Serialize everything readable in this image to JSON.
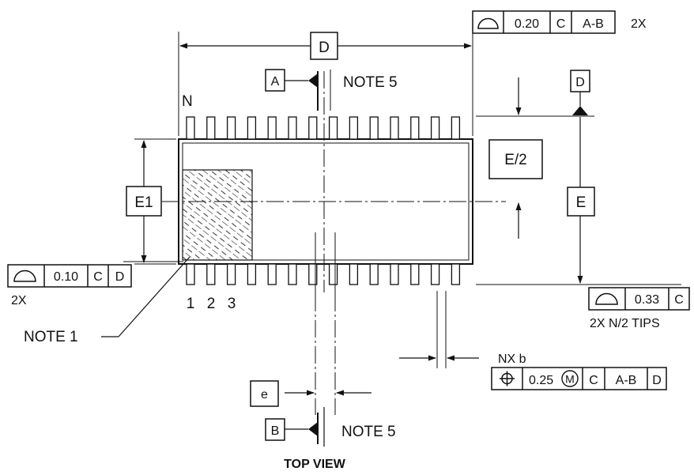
{
  "labels": {
    "d": "D",
    "e_half": "E/2",
    "e": "E",
    "e1": "E1",
    "e_pitch": "e",
    "n": "N",
    "pin1": "1",
    "pin2": "2",
    "pin3": "3",
    "note1": "NOTE 1",
    "note5_top": "NOTE 5",
    "note5_bottom": "NOTE 5",
    "nxb": "NX b",
    "top_view": "TOP VIEW",
    "two_x_top": "2X",
    "two_x_left": "2X",
    "tips": "2X N/2 TIPS"
  },
  "datums": {
    "a": "A",
    "b": "B",
    "d": "D"
  },
  "fcf_top": {
    "value": "0.20",
    "ref1": "C",
    "ref2": "A-B"
  },
  "fcf_left": {
    "value": "0.10",
    "ref1": "C",
    "ref2": "D"
  },
  "fcf_right": {
    "value": "0.33",
    "ref1": "C"
  },
  "fcf_position": {
    "value": "0.25",
    "modifier": "M",
    "ref1": "C",
    "ref2": "A-B",
    "ref3": "D"
  },
  "icons": {
    "profile": "surface-profile-icon",
    "position": "position-icon",
    "mmc": "mmc-circle-m-icon"
  },
  "colors": {
    "ink": "#111111",
    "background": "#ffffff"
  }
}
